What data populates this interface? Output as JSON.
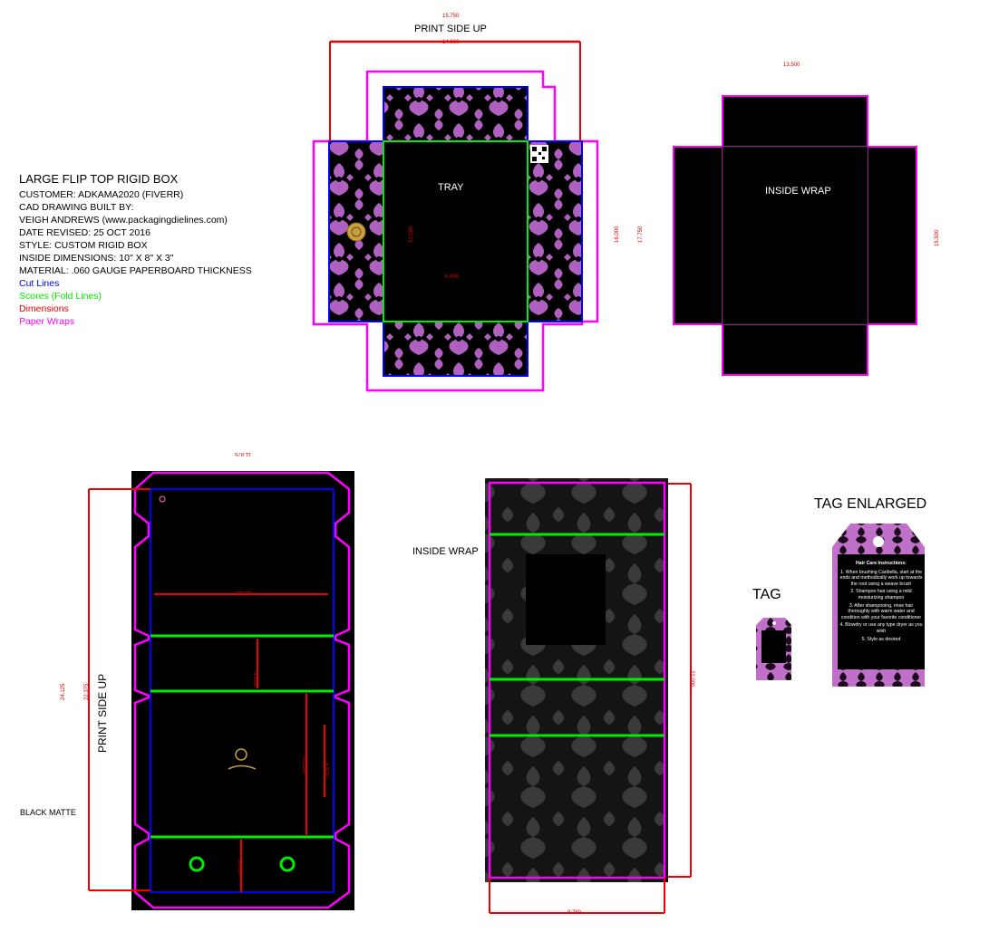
{
  "info": {
    "title": "LARGE FLIP TOP RIGID BOX",
    "lines": [
      "CUSTOMER:  ADKAMA2020 (FIVERR)",
      "CAD DRAWING BUILT BY:",
      "VEIGH ANDREWS (www.packagingdielines.com)",
      "DATE REVISED:  25 OCT 2016",
      "STYLE:  CUSTOM RIGID BOX",
      "INSIDE DIMENSIONS:  10\" X 8\" X 3\"",
      "MATERIAL:  .060 GAUGE PAPERBOARD THICKNESS"
    ],
    "legend": [
      {
        "label": "Cut Lines",
        "color": "#0000ff"
      },
      {
        "label": "Scores (Fold Lines)",
        "color": "#00ee00"
      },
      {
        "label": "Dimensions",
        "color": "#ee0000"
      },
      {
        "label": "Paper Wraps",
        "color": "#ff00ff"
      }
    ]
  },
  "labels": {
    "print_side_up_top": "PRINT SIDE UP",
    "tray": "TRAY",
    "inside_wrap_top": "INSIDE WRAP",
    "print_side_up_left": "PRINT SIDE UP",
    "inside_wrap_bottom": "INSIDE WRAP",
    "black_matte": "BLACK MATTE",
    "tag": "TAG",
    "tag_enlarged": "TAG ENLARGED"
  },
  "dimensions": {
    "tray_outer_width": "15.750",
    "tray_inner_width": "14.000",
    "tray_height_inner": "10.000",
    "tray_width_inner": "8.000",
    "tray_height_a": "16.000",
    "tray_height_b": "17.750",
    "wrap_width": "13.500",
    "wrap_height": "15.500",
    "lid_width": "11.875",
    "lid_height_a": "22.375",
    "lid_height_b": "24.125",
    "lid_inner_width": "10.125",
    "lid_flap": "3.125",
    "lid_panel": "10.125",
    "lid_side": "8.875",
    "lid_bottom": "2.000",
    "lid_wrap_height": "22.000",
    "lid_wrap_width": "9.750"
  },
  "tag": {
    "heading": "Hair Care Instructions:",
    "steps": [
      "1. When brushing Caribella, start at the ends and methodically work up towards the root using a weave brush",
      "2. Shampoo hair using a mild moisturizing shampoo",
      "3. After shampooing, rinse hair thoroughly with warm water and condition with your favorite conditioner",
      "4. Blowdry or use any type dryer as you wish",
      "5. Style as desired"
    ]
  },
  "colors": {
    "cut": "#0000ff",
    "score": "#00ee00",
    "dimension": "#ee0000",
    "wrap": "#ff00ff",
    "damask": "#b060c0",
    "panel": "#000000"
  }
}
